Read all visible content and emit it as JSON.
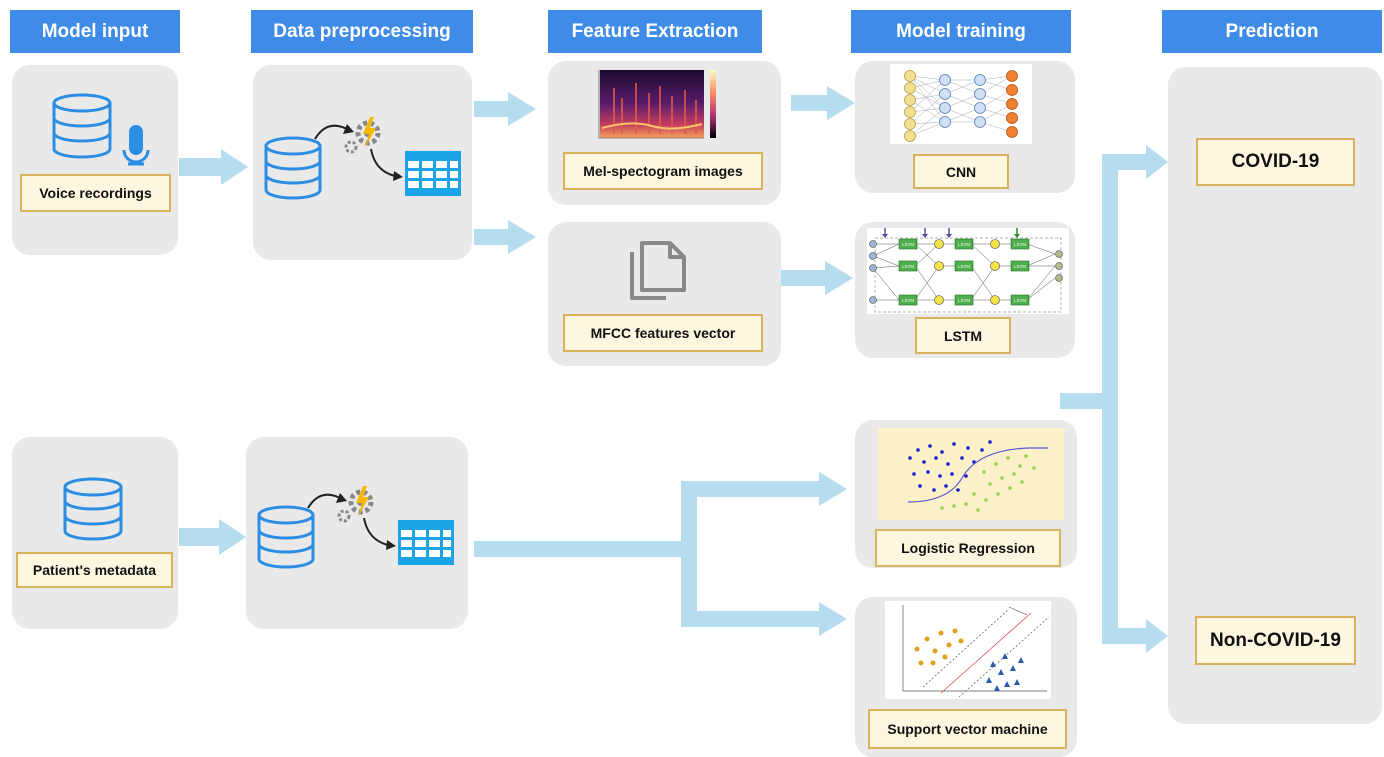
{
  "headers": {
    "model_input": "Model input",
    "data_preprocessing": "Data preprocessing",
    "feature_extraction": "Feature Extraction",
    "model_training": "Model training",
    "prediction": "Prediction"
  },
  "inputs": {
    "voice": "Voice recordings",
    "metadata": "Patient's metadata"
  },
  "features": {
    "mel": "Mel-spectogram images",
    "mfcc": "MFCC features vector"
  },
  "models": {
    "cnn": "CNN",
    "lstm": "LSTM",
    "logreg": "Logistic Regression",
    "svm": "Support vector machine"
  },
  "lstm_cell_label": "LSTM",
  "predictions": {
    "covid": "COVID-19",
    "non_covid": "Non-COVID-19"
  },
  "colors": {
    "header": "#3f8be8",
    "arrow": "#b5dcef",
    "panel": "#e9e9e9",
    "label_fill": "#fdf7e0",
    "label_border": "#d9b25e",
    "icon_blue": "#2b8ee3"
  }
}
